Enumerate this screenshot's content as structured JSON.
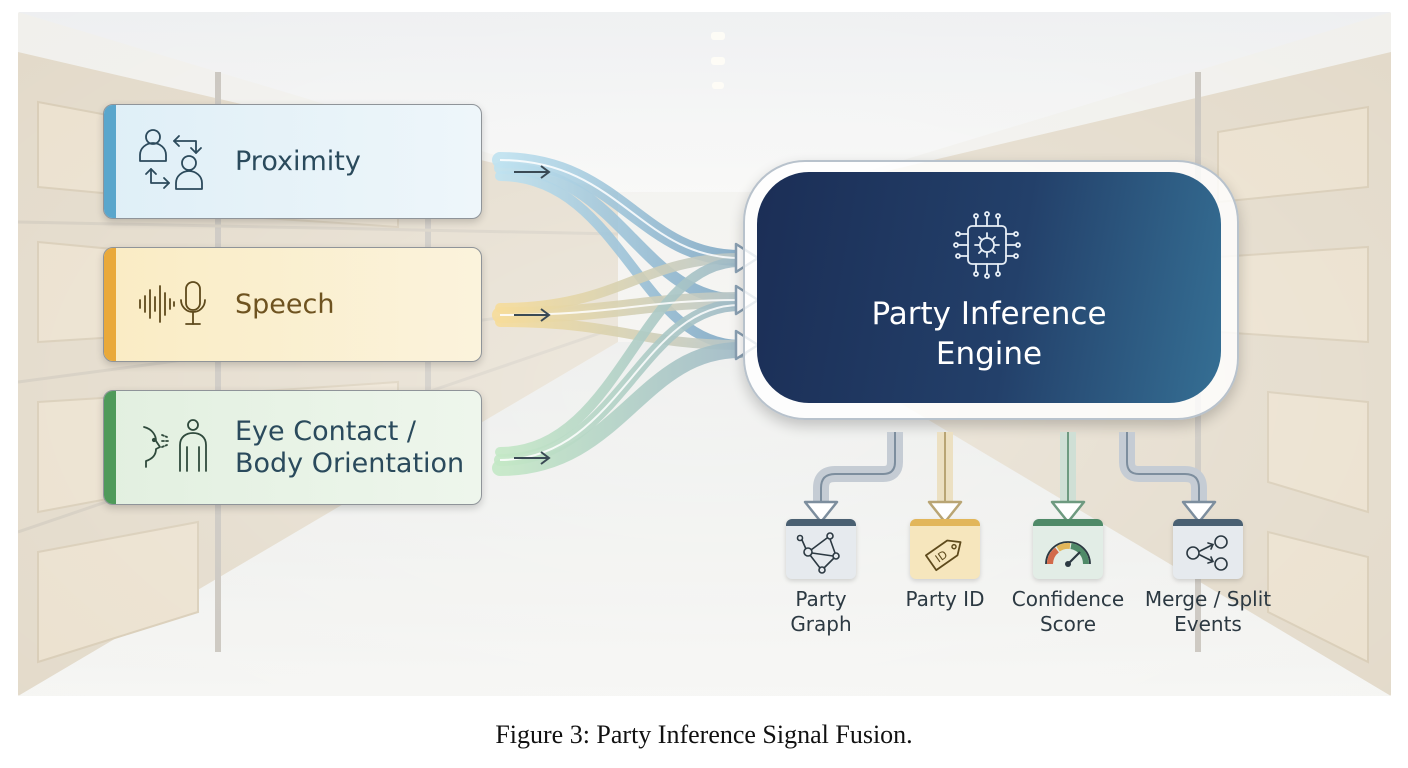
{
  "inputs": [
    {
      "label_lines": [
        "Proximity"
      ],
      "icon": "people-proximity-icon"
    },
    {
      "label_lines": [
        "Speech"
      ],
      "icon": "sound-wave-microphone-icon"
    },
    {
      "label_lines": [
        "Eye Contact /",
        "Body Orientation"
      ],
      "icon": "gaze-body-icon"
    }
  ],
  "engine": {
    "title_lines": [
      "Party Inference",
      "Engine"
    ],
    "icon": "processor-chip-gear-icon"
  },
  "outputs": [
    {
      "label_lines": [
        "Party",
        "Graph"
      ],
      "icon": "network-graph-icon"
    },
    {
      "label_lines": [
        "Party ID"
      ],
      "icon": "id-tag-icon",
      "tag_text": "ID"
    },
    {
      "label_lines": [
        "Confidence",
        "Score"
      ],
      "icon": "gauge-icon"
    },
    {
      "label_lines": [
        "Merge / Split",
        "Events"
      ],
      "icon": "merge-split-icon"
    }
  ],
  "caption": "Figure 3: Party Inference Signal Fusion.",
  "colors": {
    "proximity": "#5aa6cc",
    "speech": "#e9a93a",
    "eye": "#4f9a5a",
    "engine_dark": "#1b2e56",
    "engine_light": "#356f94",
    "output_graph": "#4a6072",
    "output_id": "#e2b65a",
    "output_score": "#4f8a68",
    "output_events": "#4a6072"
  }
}
